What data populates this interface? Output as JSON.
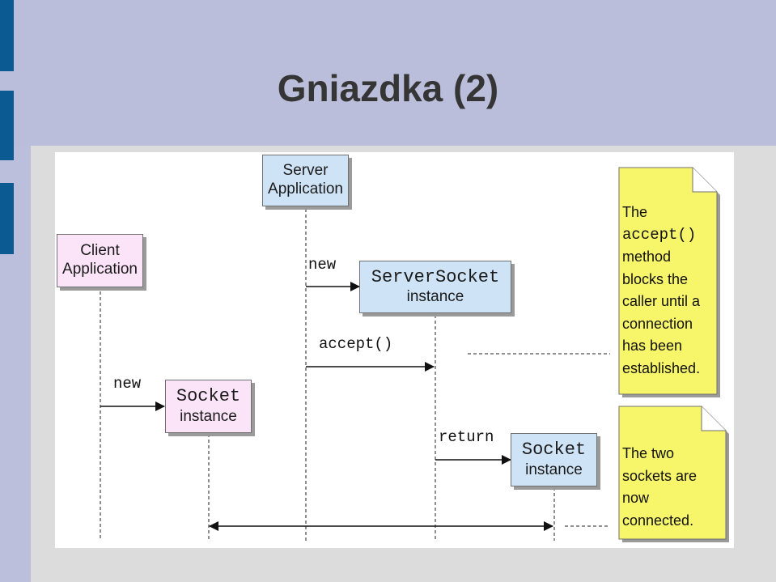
{
  "slide": {
    "title": "Gniazdka (2)"
  },
  "diagram": {
    "server_app": [
      "Server",
      "Application"
    ],
    "client_app": [
      "Client",
      "Application"
    ],
    "server_socket": [
      "ServerSocket",
      "instance"
    ],
    "client_socket": [
      "Socket",
      "instance"
    ],
    "server_side_socket": [
      "Socket",
      "instance"
    ],
    "messages": {
      "server_new": "new",
      "accept": "accept()",
      "client_new": "new",
      "return": "return"
    },
    "note_accept": {
      "line1": "The",
      "code": "accept()",
      "line3": "method",
      "line4": "blocks the",
      "line5": "caller until a",
      "line6": "connection",
      "line7": "has been",
      "line8": "established."
    },
    "note_connected": {
      "line1": "The two",
      "line2": "sockets are",
      "line3": "now",
      "line4": "connected."
    }
  },
  "colors": {
    "header_bg": "#bbbedb",
    "accent": "#0c5a92",
    "blue_box": "#cfe3f6",
    "pink_box": "#fbe4f8",
    "note": "#f7f56a"
  }
}
